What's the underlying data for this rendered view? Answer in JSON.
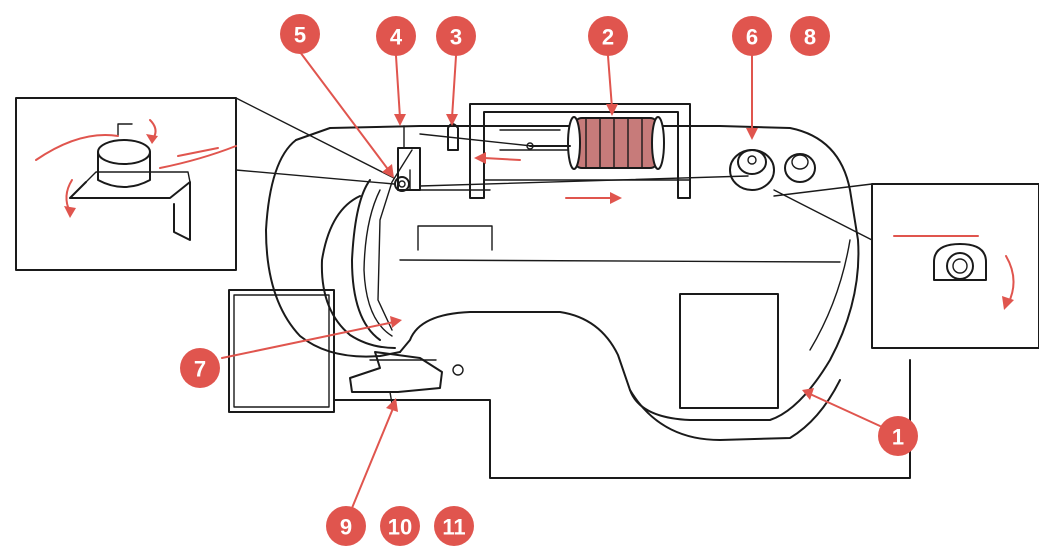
{
  "colors": {
    "accent": "#e0554e",
    "line": "#1a1a1a",
    "thread": "#c77b7a",
    "background": "#ffffff"
  },
  "callouts": [
    {
      "id": "1",
      "label": "1"
    },
    {
      "id": "2",
      "label": "2"
    },
    {
      "id": "3",
      "label": "3"
    },
    {
      "id": "4",
      "label": "4"
    },
    {
      "id": "5",
      "label": "5"
    },
    {
      "id": "6",
      "label": "6"
    },
    {
      "id": "7",
      "label": "7"
    },
    {
      "id": "8",
      "label": "8"
    },
    {
      "id": "9",
      "label": "9"
    },
    {
      "id": "10",
      "label": "10"
    },
    {
      "id": "11",
      "label": "11"
    }
  ]
}
